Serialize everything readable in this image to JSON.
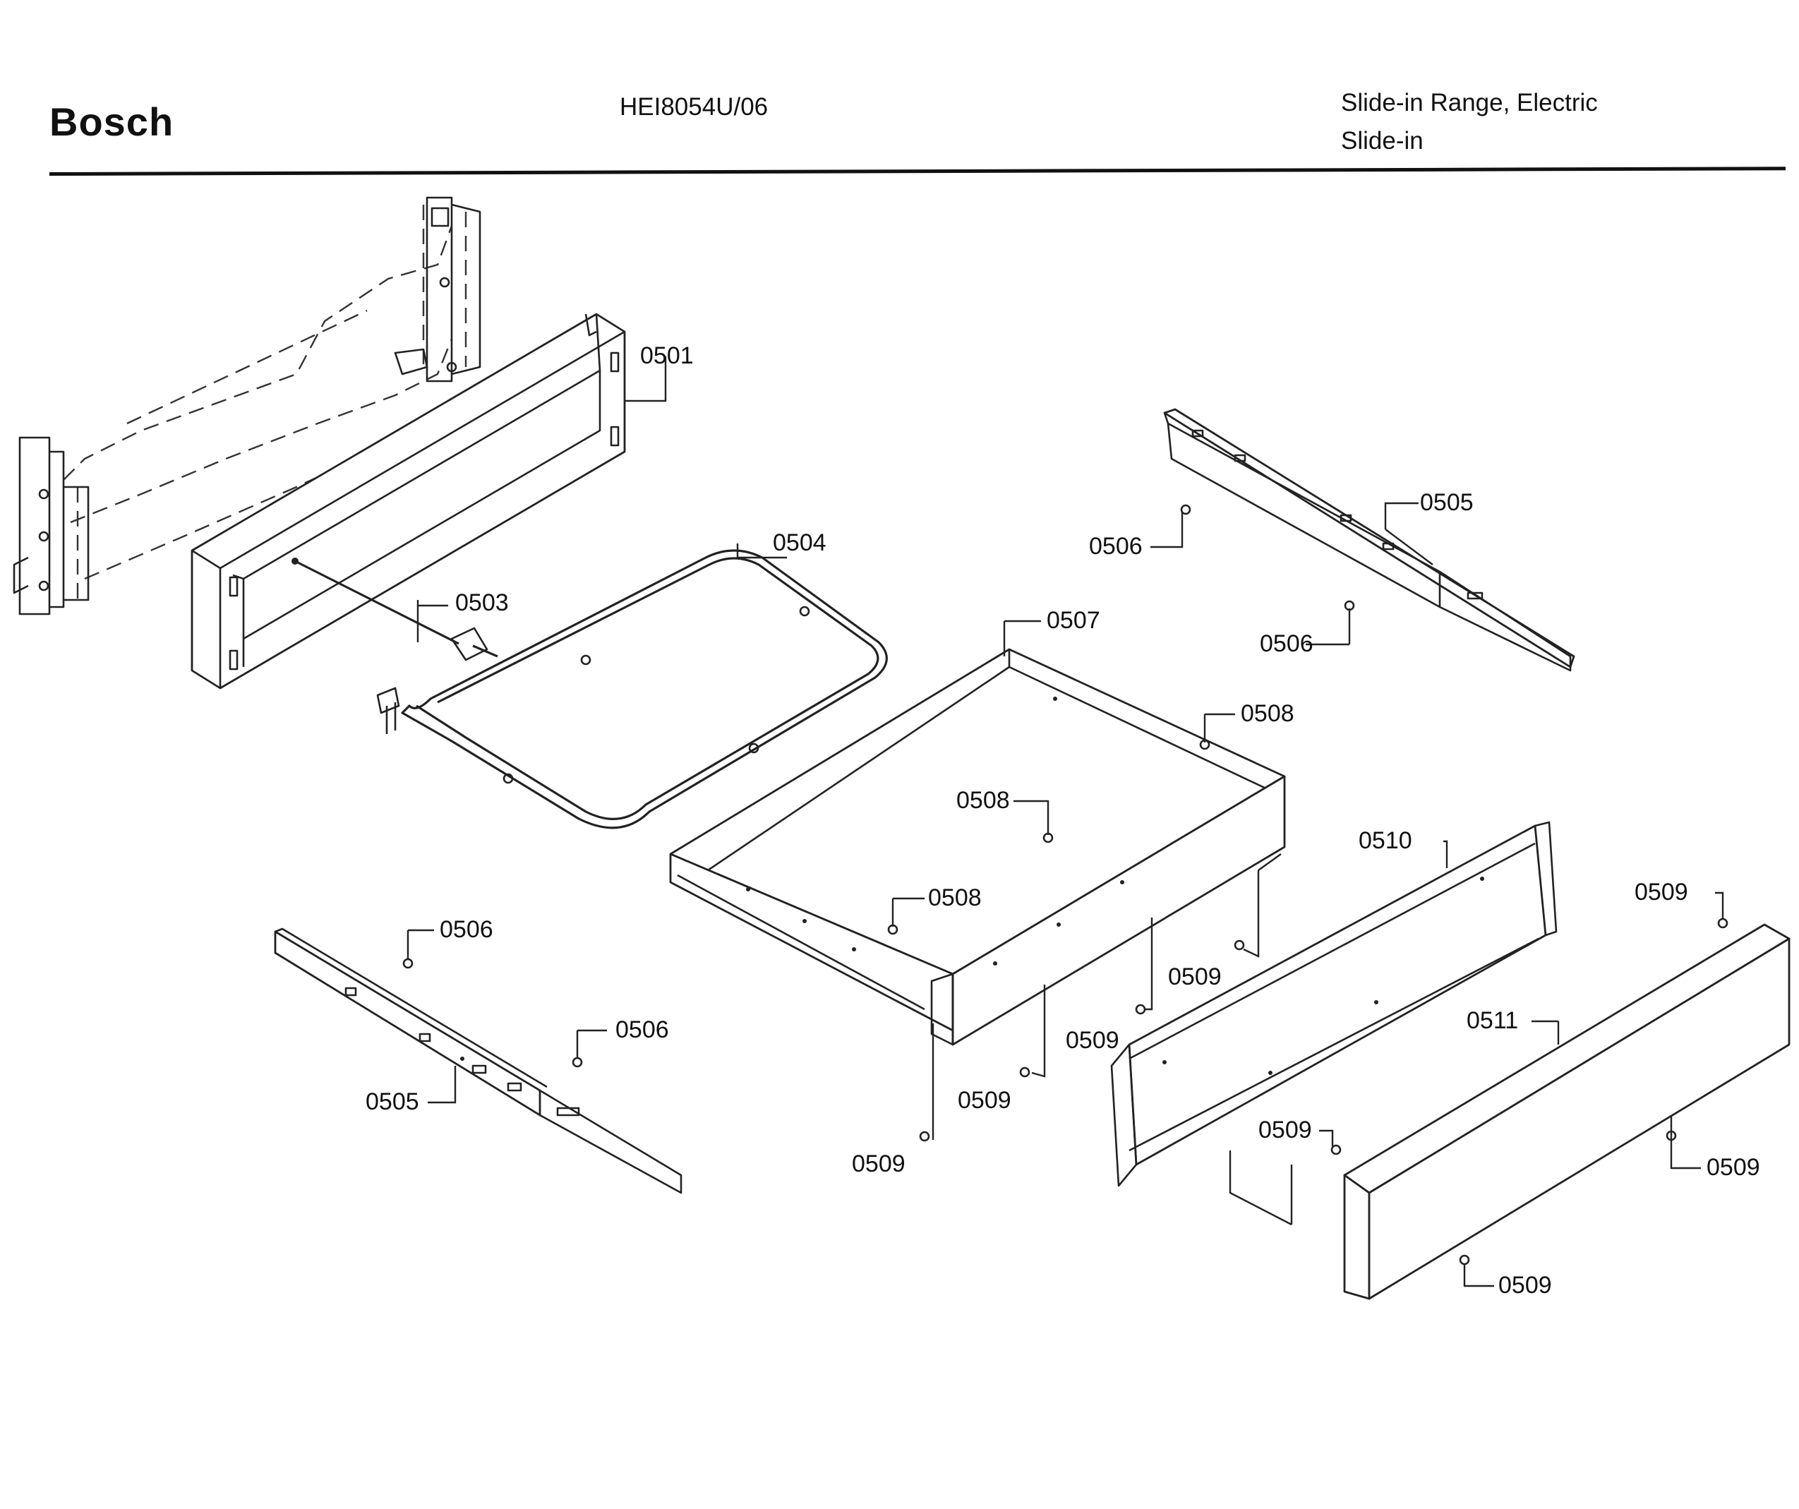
{
  "header": {
    "brand": "Bosch",
    "model": "HEI8054U/06",
    "category_line1": "Slide-in Range, Electric",
    "category_line2": "Slide-in"
  },
  "callouts": [
    "0501",
    "0503",
    "0504",
    "0505",
    "0505",
    "0506",
    "0506",
    "0506",
    "0506",
    "0507",
    "0508",
    "0508",
    "0508",
    "0509",
    "0509",
    "0509",
    "0509",
    "0509",
    "0509",
    "0509",
    "0509",
    "0510",
    "0511"
  ]
}
